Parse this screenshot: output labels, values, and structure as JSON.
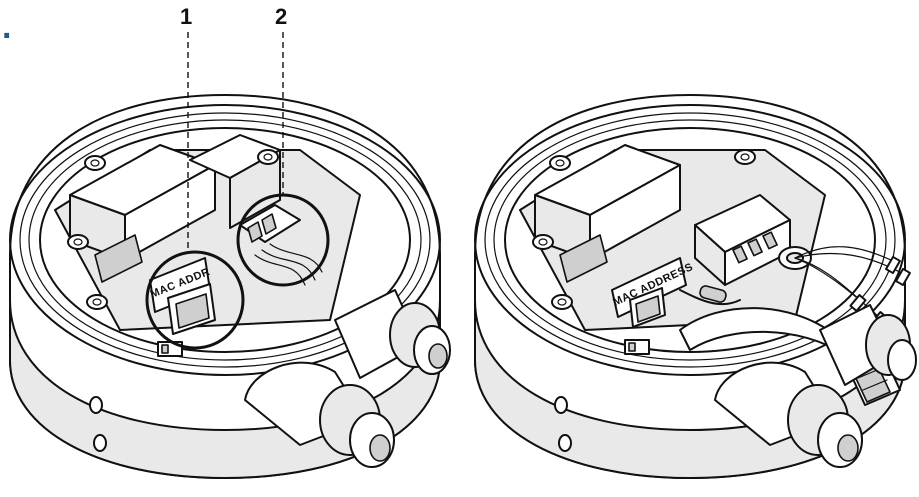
{
  "step_marker": ".",
  "callouts": [
    {
      "number": "1"
    },
    {
      "number": "2"
    }
  ],
  "labels": {
    "mac_address_left": "MAC ADDR",
    "mac_address_right": "MAC ADDRESS"
  },
  "colors": {
    "step_marker": "#1f5b8c",
    "line": "#111111",
    "fill_light": "#e9e9e9"
  }
}
